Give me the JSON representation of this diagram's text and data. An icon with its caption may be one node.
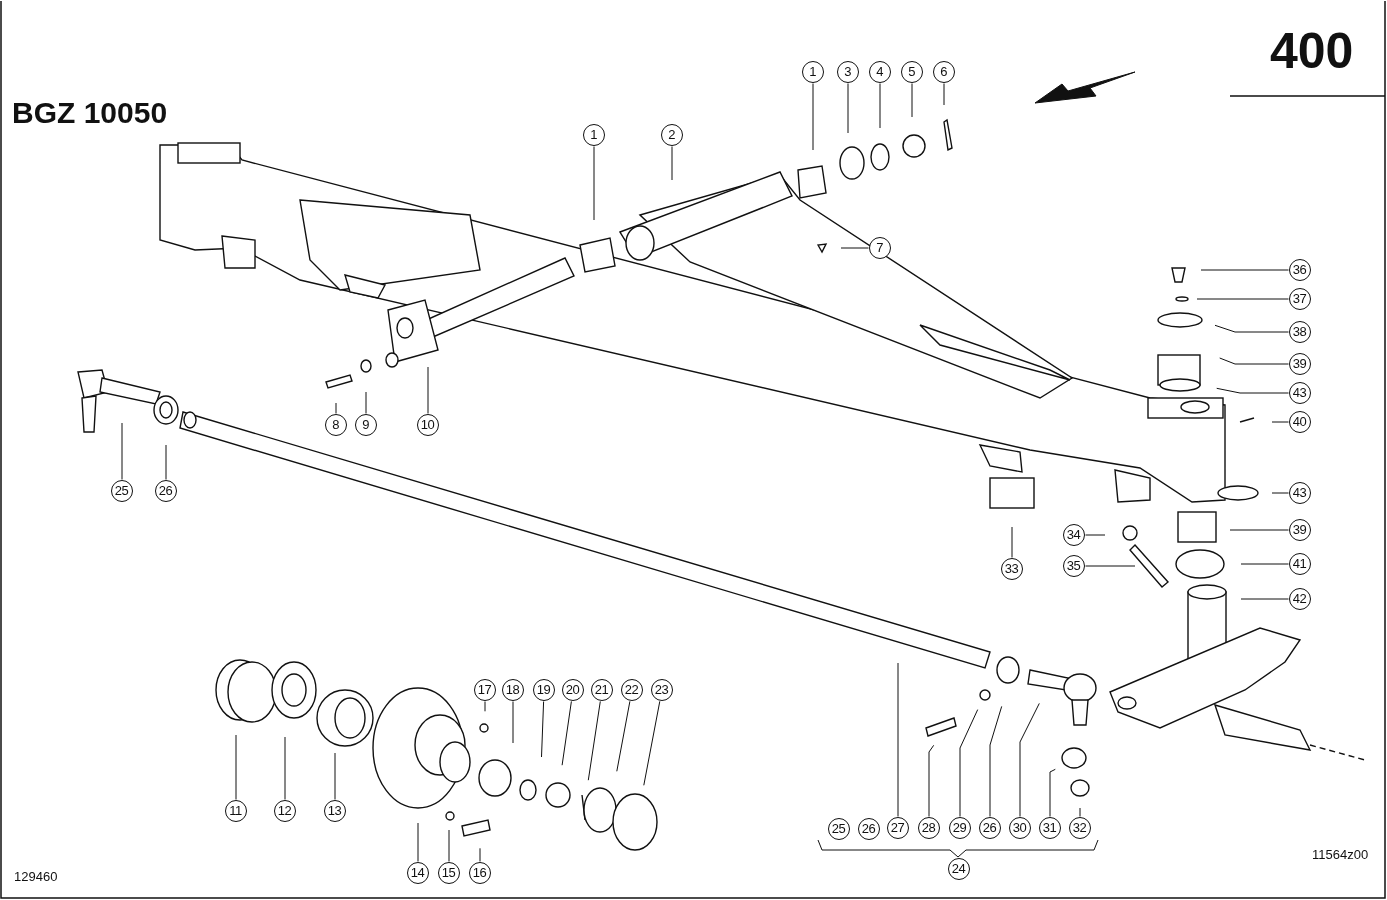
{
  "diagram": {
    "nodes": [
      {
        "text": [
          "1"
        ]
      },
      {
        "text": [
          "3"
        ]
      },
      {
        "text": [
          "4"
        ]
      },
      {
        "text": [
          "5"
        ]
      },
      {
        "text": [
          "6"
        ]
      },
      {
        "text": [
          "1"
        ]
      },
      {
        "text": [
          "2"
        ]
      },
      {
        "text": [
          "7"
        ]
      },
      {
        "text": [
          "36"
        ]
      },
      {
        "text": [
          "37"
        ]
      },
      {
        "text": [
          "38"
        ]
      },
      {
        "text": [
          "39"
        ]
      },
      {
        "text": [
          "43"
        ]
      },
      {
        "text": [
          "40"
        ]
      },
      {
        "text": [
          "8"
        ]
      },
      {
        "text": [
          "9"
        ]
      },
      {
        "text": [
          "10"
        ]
      },
      {
        "text": [
          "25"
        ]
      },
      {
        "text": [
          "26"
        ]
      },
      {
        "text": [
          "43"
        ]
      },
      {
        "text": [
          "39"
        ]
      },
      {
        "text": [
          "34"
        ]
      },
      {
        "text": [
          "35"
        ]
      },
      {
        "text": [
          "41"
        ]
      },
      {
        "text": [
          "33"
        ]
      },
      {
        "text": [
          "42"
        ]
      },
      {
        "text": [
          "17"
        ]
      },
      {
        "text": [
          "18"
        ]
      },
      {
        "text": [
          "19"
        ]
      },
      {
        "text": [
          "20"
        ]
      },
      {
        "text": [
          "21"
        ]
      },
      {
        "text": [
          "22"
        ]
      },
      {
        "text": [
          "23"
        ]
      },
      {
        "text": [
          "11"
        ]
      },
      {
        "text": [
          "12"
        ]
      },
      {
        "text": [
          "13"
        ]
      },
      {
        "text": [
          "27"
        ]
      },
      {
        "text": [
          "28"
        ]
      },
      {
        "text": [
          "29"
        ]
      },
      {
        "text": [
          "26"
        ]
      },
      {
        "text": [
          "30"
        ]
      },
      {
        "text": [
          "31"
        ]
      },
      {
        "text": [
          "32"
        ]
      },
      {
        "text": [
          "14"
        ]
      },
      {
        "text": [
          "15"
        ]
      },
      {
        "text": [
          "16"
        ]
      },
      {
        "text": [
          "25"
        ]
      },
      {
        "text": [
          "26"
        ]
      },
      {
        "text": [
          "24"
        ]
      }
    ],
    "edges": [
      {
        "from": 0,
        "to": null,
        "arrow": "none"
      },
      {
        "from": 1,
        "to": null,
        "arrow": "none"
      },
      {
        "from": 2,
        "to": null,
        "arrow": "none"
      },
      {
        "from": 3,
        "to": null,
        "arrow": "none"
      },
      {
        "from": 4,
        "to": null,
        "arrow": "none"
      },
      {
        "from": 5,
        "to": null,
        "arrow": "none"
      },
      {
        "from": 6,
        "to": null,
        "arrow": "none"
      },
      {
        "from": 7,
        "to": null,
        "arrow": "none"
      },
      {
        "from": 8,
        "to": null,
        "arrow": "none"
      },
      {
        "from": 9,
        "to": null,
        "arrow": "none"
      },
      {
        "from": 10,
        "to": null,
        "arrow": "none"
      },
      {
        "from": 11,
        "to": null,
        "arrow": "none"
      },
      {
        "from": 12,
        "to": null,
        "arrow": "none"
      },
      {
        "from": 13,
        "to": null,
        "arrow": "none"
      },
      {
        "from": 14,
        "to": null,
        "arrow": "none"
      },
      {
        "from": 15,
        "to": null,
        "arrow": "none"
      },
      {
        "from": 16,
        "to": null,
        "arrow": "none"
      },
      {
        "from": 17,
        "to": null,
        "arrow": "none"
      },
      {
        "from": 18,
        "to": null,
        "arrow": "none"
      },
      {
        "from": 19,
        "to": null,
        "arrow": "none"
      },
      {
        "from": 20,
        "to": null,
        "arrow": "none"
      },
      {
        "from": 21,
        "to": null,
        "arrow": "none"
      },
      {
        "from": 22,
        "to": null,
        "arrow": "none"
      },
      {
        "from": 23,
        "to": null,
        "arrow": "none"
      },
      {
        "from": 24,
        "to": null,
        "arrow": "none"
      },
      {
        "from": 25,
        "to": null,
        "arrow": "none"
      },
      {
        "from": 26,
        "to": null,
        "arrow": "none"
      },
      {
        "from": 27,
        "to": null,
        "arrow": "none"
      },
      {
        "from": 28,
        "to": null,
        "arrow": "none"
      },
      {
        "from": 29,
        "to": null,
        "arrow": "none"
      },
      {
        "from": 30,
        "to": null,
        "arrow": "none"
      },
      {
        "from": 31,
        "to": null,
        "arrow": "none"
      },
      {
        "from": 32,
        "to": null,
        "arrow": "none"
      },
      {
        "from": 33,
        "to": null,
        "arrow": "none"
      },
      {
        "from": 34,
        "to": null,
        "arrow": "none"
      },
      {
        "from": 35,
        "to": null,
        "arrow": "none"
      },
      {
        "from": 36,
        "to": null,
        "arrow": "none"
      },
      {
        "from": 37,
        "to": null,
        "arrow": "none"
      },
      {
        "from": 38,
        "to": null,
        "arrow": "none"
      },
      {
        "from": 39,
        "to": null,
        "arrow": "none"
      },
      {
        "from": 40,
        "to": null,
        "arrow": "none"
      },
      {
        "from": 41,
        "to": null,
        "arrow": "none"
      },
      {
        "from": 42,
        "to": null,
        "arrow": "none"
      },
      {
        "from": 43,
        "to": null,
        "arrow": "none"
      },
      {
        "from": 44,
        "to": null,
        "arrow": "none"
      },
      {
        "from": 45,
        "to": null,
        "arrow": "none"
      }
    ],
    "labels": [
      "400",
      "BGZ 10050",
      "129460",
      "11564z00"
    ]
  }
}
